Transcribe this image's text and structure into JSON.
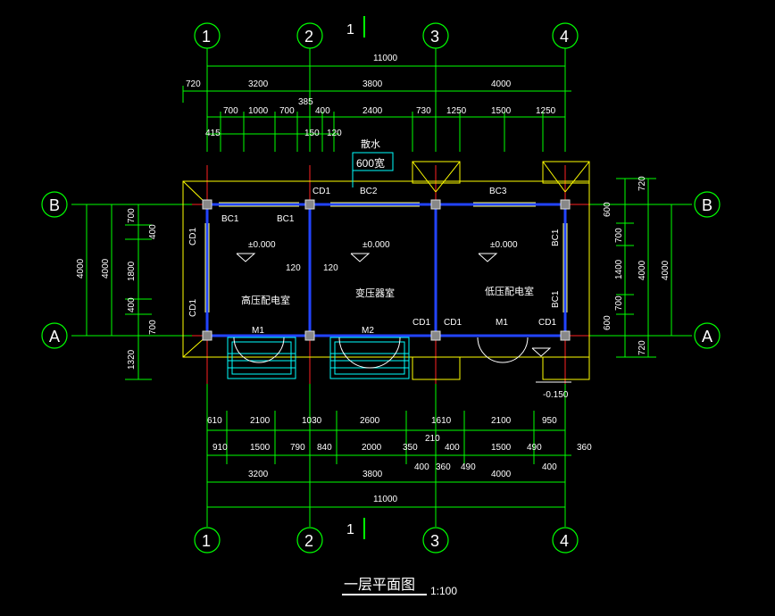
{
  "title": "一层平面图",
  "scale": "1:100",
  "section_mark": "1",
  "axes_x": [
    "1",
    "2",
    "3",
    "4"
  ],
  "axes_y": [
    "B",
    "A"
  ],
  "top_total": "11000",
  "top_bays": [
    "3200",
    "3800",
    "4000"
  ],
  "top_left_offset": "720",
  "top_row2": [
    "700",
    "1000",
    "700",
    "385",
    "400",
    "2400",
    "730",
    "1250",
    "1500",
    "1250"
  ],
  "top_row3": [
    "415",
    "150",
    "120"
  ],
  "drain_label": "散水",
  "drain_width": "600宽",
  "bottom_row1": [
    "610",
    "2100",
    "1030",
    "2600",
    "1610",
    "2100",
    "950"
  ],
  "bottom_row2": [
    "910",
    "1500",
    "790",
    "840",
    "2000",
    "350",
    "210",
    "400",
    "1500",
    "490",
    "360"
  ],
  "bottom_row3": [
    "400",
    "360",
    "490",
    "400"
  ],
  "bottom_bays": [
    "3200",
    "3800",
    "4000"
  ],
  "bottom_total": "11000",
  "left_dims": [
    "4000",
    "4000",
    "700",
    "400",
    "1800",
    "400",
    "700",
    "1320"
  ],
  "right_dims": [
    "720",
    "600",
    "700",
    "1400",
    "700",
    "600",
    "720",
    "4000",
    "4000"
  ],
  "rooms": [
    "高压配电室",
    "变压器室",
    "低压配电室"
  ],
  "level": "±0.000",
  "level_outside": "-0.150",
  "wall_dim": "120",
  "windows": [
    "CD1",
    "BC2",
    "BC3",
    "BC1",
    "BC1",
    "BC1",
    "BC1"
  ],
  "doors": [
    "M1",
    "M2",
    "M1"
  ],
  "door_windows": [
    "CD1",
    "CD1",
    "CD1",
    "CD1",
    "CD1",
    "CD1"
  ]
}
